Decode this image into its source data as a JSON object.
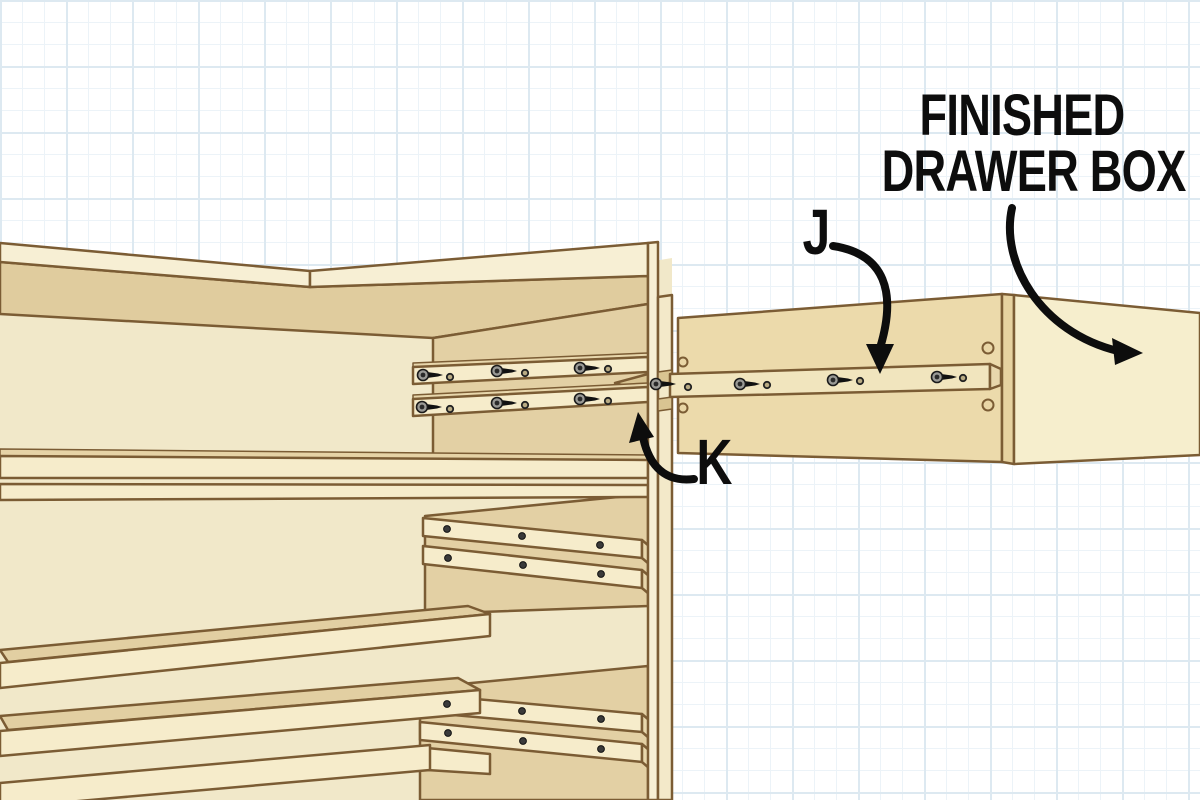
{
  "illustration": {
    "kind": "woodworking-assembly-diagram",
    "subject": "Cabinet with drawer slides and finished drawer box",
    "callouts": {
      "finished_drawer_box_line1": "FINISHED",
      "finished_drawer_box_line2": "DRAWER BOX",
      "part_j": "J",
      "part_k": "K"
    },
    "colors": {
      "outline": "#7b5c34",
      "wood_light": "#f7efd4",
      "wood_rail": "#f6eccb",
      "wood_interior": "#f1e8c9",
      "wood_tan": "#e3d0a4",
      "wood_tan_dark": "#d9c492",
      "drawer_side": "#ecdaab",
      "drawer_front": "#f6eecd",
      "ink": "#0d0d0d",
      "grid_major": "#dde9f1",
      "grid_minor": "#ecf3f8"
    }
  }
}
